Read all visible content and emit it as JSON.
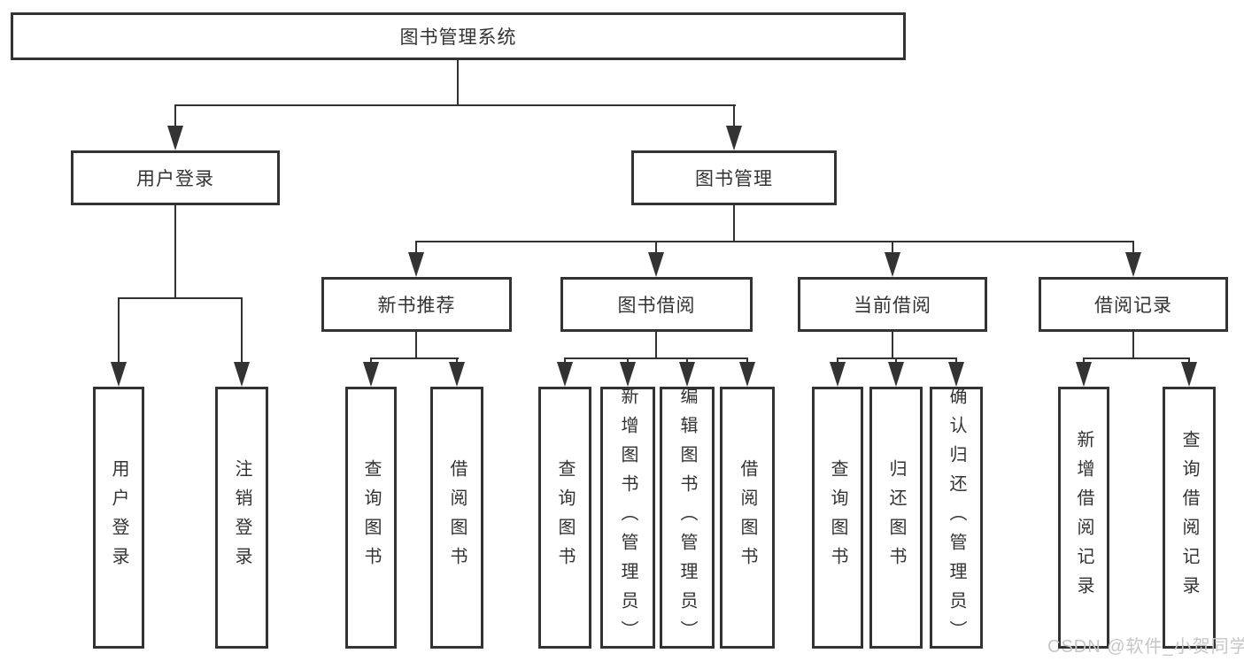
{
  "diagram": {
    "type": "hierarchy-tree",
    "colors": {
      "line": "#333333",
      "box_border": "#333333",
      "text": "#333333",
      "background": "#ffffff",
      "watermark_text": "#c6c6c6"
    },
    "tree": {
      "root": {
        "label": "图书管理系统"
      },
      "branches": [
        {
          "label": "用户登录",
          "children": [
            {
              "label": "用户登录"
            },
            {
              "label": "注销登录"
            }
          ]
        },
        {
          "label": "图书管理",
          "children": [
            {
              "label": "新书推荐",
              "children": [
                {
                  "label": "查询图书"
                },
                {
                  "label": "借阅图书"
                }
              ]
            },
            {
              "label": "图书借阅",
              "children": [
                {
                  "label": "查询图书"
                },
                {
                  "label": "新增图书（管理员）"
                },
                {
                  "label": "编辑图书（管理员）"
                },
                {
                  "label": "借阅图书"
                }
              ]
            },
            {
              "label": "当前借阅",
              "children": [
                {
                  "label": "查询图书"
                },
                {
                  "label": "归还图书"
                },
                {
                  "label": "确认归还（管理员）"
                }
              ]
            },
            {
              "label": "借阅记录",
              "children": [
                {
                  "label": "新增借阅记录"
                },
                {
                  "label": "查询借阅记录"
                }
              ]
            }
          ]
        }
      ]
    }
  },
  "watermark": {
    "text": "CSDN @软件_小贺同学"
  }
}
